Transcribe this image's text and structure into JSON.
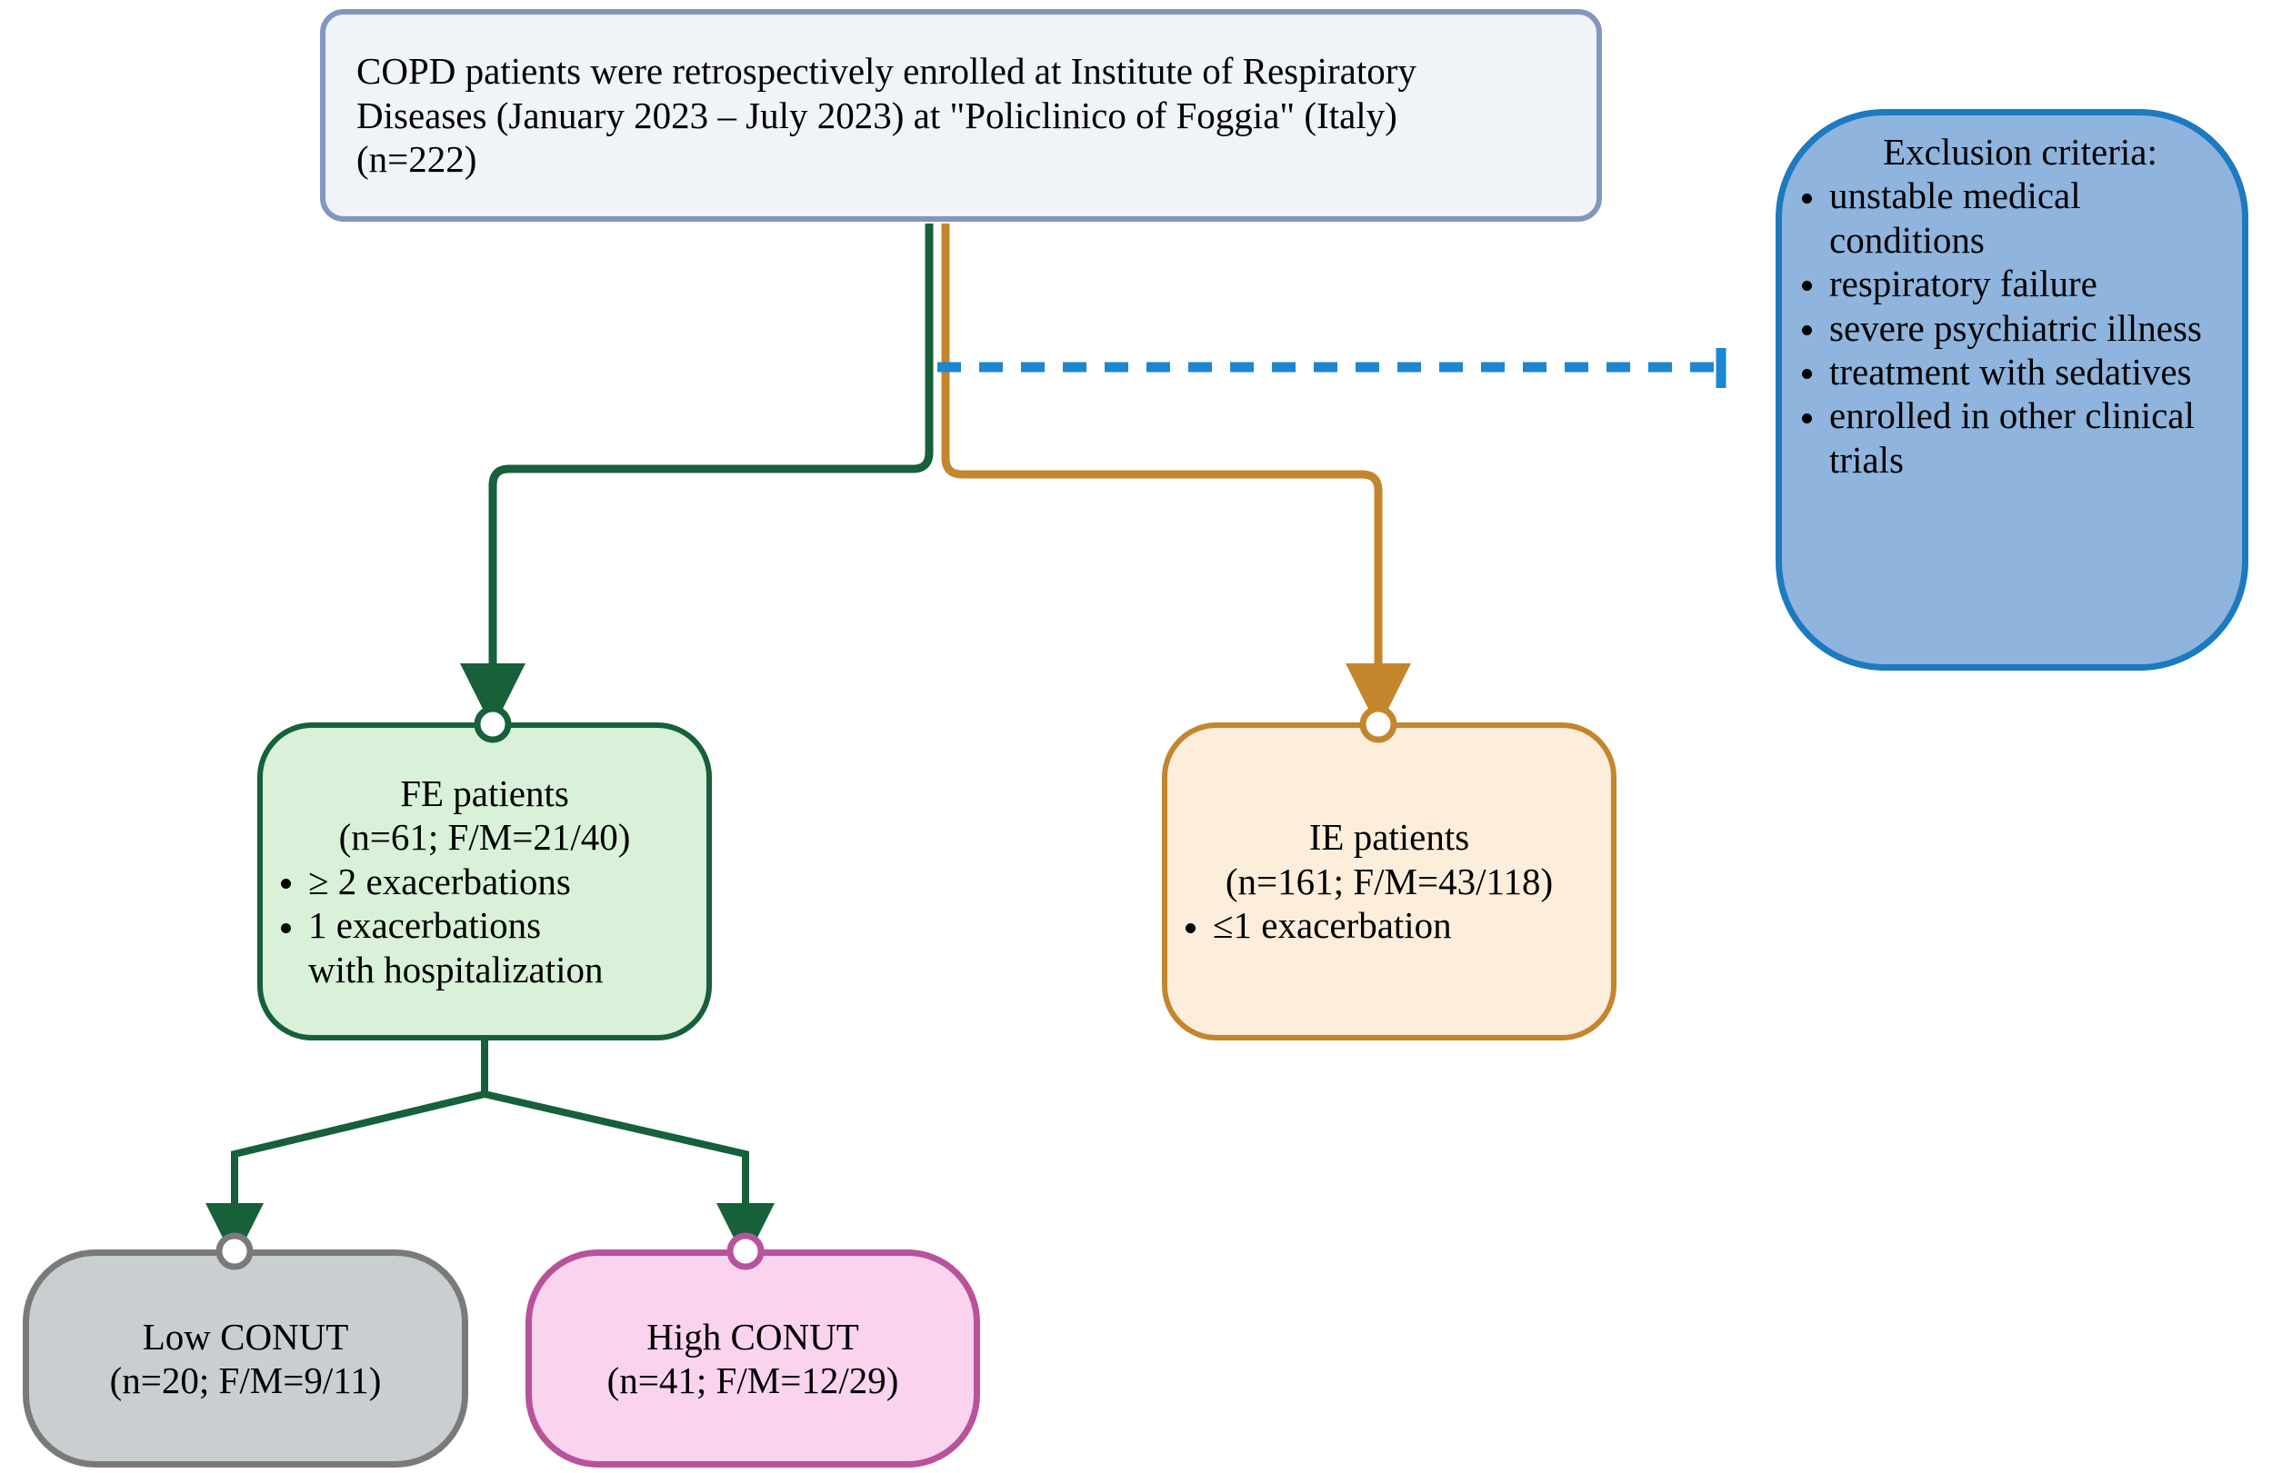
{
  "diagram": {
    "type": "flowchart",
    "title": "COPD patient enrollment and CONUT stratification flowchart",
    "colors": {
      "enrollment_fill": "#f0f3f8",
      "enrollment_border": "#8296c0",
      "exclusion_fill": "#8fb4dd",
      "exclusion_border": "#1b7ac0",
      "fe_fill": "#d9f1d9",
      "fe_border": "#16603a",
      "ie_fill": "#fceedb",
      "ie_border": "#c4862c",
      "low_conut_fill": "#c9cfd0",
      "low_conut_border": "#7a7a7a",
      "high_conut_fill": "#fad4ee",
      "high_conut_border": "#b8529b",
      "green_connector": "#16603a",
      "orange_connector": "#c4862c",
      "dashed_connector": "#1b87d1"
    }
  },
  "enrollment": {
    "line1": "COPD patients were retrospectively enrolled at Institute of Respiratory",
    "line2": "Diseases (January 2023 – July 2023) at \"Policlinico of Foggia\" (Italy)",
    "line3": "(n=222)"
  },
  "exclusion": {
    "heading": "Exclusion criteria:",
    "items": [
      "unstable medical conditions",
      "respiratory failure",
      "severe psychiatric illness",
      "treatment with sedatives",
      "enrolled in other clinical trials"
    ]
  },
  "fe_patients": {
    "title": "FE patients",
    "counts": "(n=61; F/M=21/40)",
    "bullets": [
      {
        "text": "≥ 2 exacerbations",
        "continuation": ""
      },
      {
        "text": "1 exacerbations",
        "continuation": "with  hospitalization"
      }
    ]
  },
  "ie_patients": {
    "title": "IE patients",
    "counts": "(n=161; F/M=43/118)",
    "bullets": [
      {
        "text": "≤1 exacerbation",
        "continuation": ""
      }
    ]
  },
  "low_conut": {
    "title": "Low CONUT",
    "counts": "(n=20; F/M=9/11)"
  },
  "high_conut": {
    "title": "High CONUT",
    "counts": "(n=41; F/M=12/29)"
  }
}
